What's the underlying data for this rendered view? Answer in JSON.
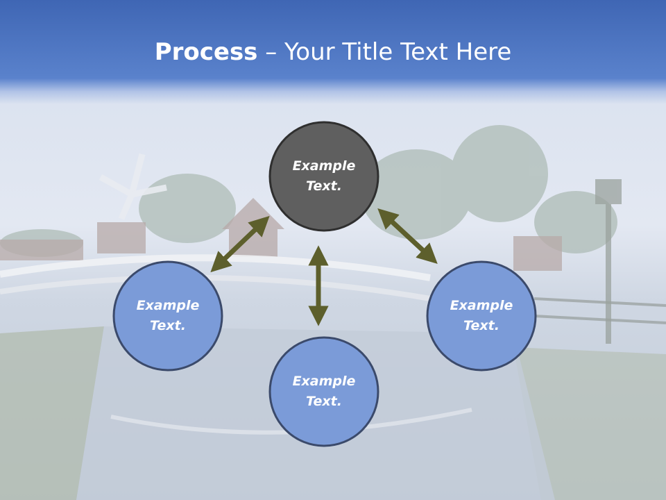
{
  "slide": {
    "title_bold": "Process",
    "title_rest": " – Your Title Text Here"
  },
  "diagram": {
    "nodes": [
      {
        "id": "top",
        "line1": "Example",
        "line2": "Text.",
        "fill": "#5f5f5f"
      },
      {
        "id": "left",
        "line1": "Example",
        "line2": "Text.",
        "fill": "#7b9bd8"
      },
      {
        "id": "right",
        "line1": "Example",
        "line2": "Text.",
        "fill": "#7b9bd8"
      },
      {
        "id": "bottom",
        "line1": "Example",
        "line2": "Text.",
        "fill": "#7b9bd8"
      }
    ],
    "arrow_color": "#5d5f2c",
    "node_outline_color": "#3b4a6b"
  },
  "background": {
    "sky_color": "#dfe6f1",
    "water_color": "#c5cfdc",
    "foliage_color": "#a9b8b3"
  }
}
